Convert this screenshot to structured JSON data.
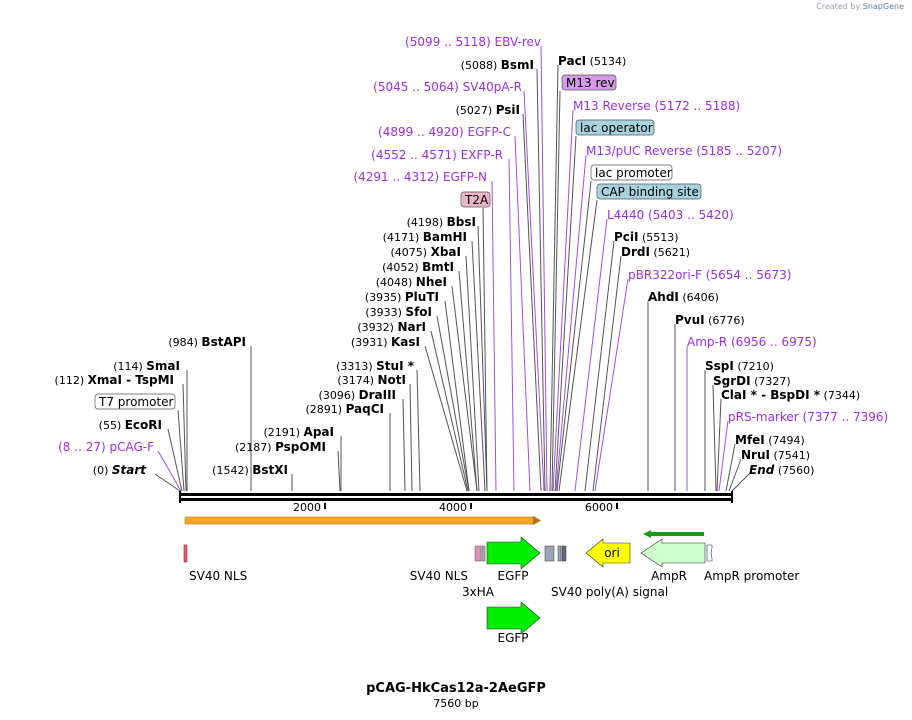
{
  "credit": {
    "prefix": "Created by",
    "brand": "SnapGene"
  },
  "plasmid": {
    "name": "pCAG-HkCas12a-2AeGFP",
    "length_label": "7560 bp",
    "length": 7560
  },
  "colors": {
    "enzyme": "#000000",
    "primer": "#9b30d9",
    "feature_label": "#9b30d9",
    "egfp": "#00ee00",
    "ori": "#ffff00",
    "ampr": "#ccffcc",
    "orange_bar": "#f5a623"
  },
  "ruler": {
    "ticks": [
      "2000",
      "4000",
      "6000"
    ]
  },
  "labels": [
    {
      "kind": "primer",
      "text": "(5099 .. 5118)  EBV-rev"
    },
    {
      "kind": "enzyme",
      "pos": "(5088)",
      "name": "BsmI"
    },
    {
      "kind": "enzyme",
      "name": "PacI",
      "pos": "(5134)"
    },
    {
      "kind": "boxed",
      "text": "M13 rev"
    },
    {
      "kind": "primer",
      "text": "(5045 .. 5064)  SV40pA-R"
    },
    {
      "kind": "primer",
      "text": "M13 Reverse   (5172 .. 5188)"
    },
    {
      "kind": "enzyme",
      "pos": "(5027)",
      "name": "PsiI"
    },
    {
      "kind": "boxed",
      "text": "lac operator"
    },
    {
      "kind": "primer",
      "text": "(4899 .. 4920)  EGFP-C"
    },
    {
      "kind": "primer",
      "text": "M13/pUC Reverse   (5185 .. 5207)"
    },
    {
      "kind": "primer",
      "text": "(4552 .. 4571)  EXFP-R"
    },
    {
      "kind": "boxed",
      "text": "lac promoter"
    },
    {
      "kind": "primer",
      "text": "(4291 .. 4312)  EGFP-N"
    },
    {
      "kind": "boxed",
      "text": "CAP binding site"
    },
    {
      "kind": "boxed",
      "text": "T2A"
    },
    {
      "kind": "primer",
      "text": "L4440    (5403 .. 5420)"
    },
    {
      "kind": "enzyme",
      "pos": "(4198)",
      "name": "BbsI"
    },
    {
      "kind": "enzyme",
      "name": "PciI",
      "pos": "(5513)"
    },
    {
      "kind": "enzyme",
      "pos": "(4171)",
      "name": "BamHI"
    },
    {
      "kind": "enzyme",
      "name": "DrdI",
      "pos": "(5621)"
    },
    {
      "kind": "enzyme",
      "pos": "(4075)",
      "name": "XbaI"
    },
    {
      "kind": "enzyme",
      "pos": "(4052)",
      "name": "BmtI"
    },
    {
      "kind": "primer",
      "text": "pBR322ori-F   (5654 .. 5673)"
    },
    {
      "kind": "enzyme",
      "pos": "(4048)",
      "name": "NheI"
    },
    {
      "kind": "enzyme",
      "pos": "(3935)",
      "name": "PluTI"
    },
    {
      "kind": "enzyme",
      "name": "AhdI",
      "pos": "(6406)"
    },
    {
      "kind": "enzyme",
      "pos": "(3933)",
      "name": "SfoI"
    },
    {
      "kind": "enzyme",
      "name": "PvuI",
      "pos": "(6776)"
    },
    {
      "kind": "enzyme",
      "pos": "(3932)",
      "name": "NarI"
    },
    {
      "kind": "enzyme",
      "pos": "(3931)",
      "name": "KasI"
    },
    {
      "kind": "enzyme",
      "pos": "(984)",
      "name": "BstAPI"
    },
    {
      "kind": "primer",
      "text": "Amp-R    (6956 .. 6975)"
    },
    {
      "kind": "enzyme",
      "pos": "(114)",
      "name": "SmaI"
    },
    {
      "kind": "enzyme",
      "pos": "(3313)",
      "name": "StuI *"
    },
    {
      "kind": "enzyme",
      "name": "SspI",
      "pos": "(7210)"
    },
    {
      "kind": "enzyme",
      "pos": "(112)",
      "name": "XmaI  -  TspMI"
    },
    {
      "kind": "enzyme",
      "pos": "(3174)",
      "name": "NotI"
    },
    {
      "kind": "enzyme",
      "name": "SgrDI",
      "pos": "(7327)"
    },
    {
      "kind": "enzyme",
      "pos": "(3096)",
      "name": "DraIII"
    },
    {
      "kind": "enzyme",
      "name": "ClaI *  -  BspDI *",
      "pos": "(7344)"
    },
    {
      "kind": "boxed",
      "text": "T7 promoter"
    },
    {
      "kind": "enzyme",
      "pos": "(2891)",
      "name": "PaqCI"
    },
    {
      "kind": "primer",
      "text": "pRS-marker   (7377 .. 7396)"
    },
    {
      "kind": "enzyme",
      "pos": "(55)",
      "name": "EcoRI"
    },
    {
      "kind": "enzyme",
      "pos": "(2191)",
      "name": "ApaI"
    },
    {
      "kind": "enzyme",
      "name": "MfeI",
      "pos": "(7494)"
    },
    {
      "kind": "primer",
      "text": "(8 .. 27)  pCAG-F"
    },
    {
      "kind": "enzyme",
      "pos": "(2187)",
      "name": "PspOMI"
    },
    {
      "kind": "enzyme",
      "name": "NruI",
      "pos": "(7541)"
    },
    {
      "kind": "enzyme",
      "pos": "(0)",
      "name": "Start"
    },
    {
      "kind": "enzyme",
      "pos": "(1542)",
      "name": "BstXI"
    },
    {
      "kind": "enzyme",
      "name": "End",
      "pos": "(7560)"
    }
  ],
  "features": {
    "sv40_nls_1": "SV40 NLS",
    "sv40_nls_2": "SV40 NLS",
    "egfp": "EGFP",
    "hax3": "3xHA",
    "sv40_polya": "SV40 poly(A) signal",
    "ori": "ori",
    "ampr": "AmpR",
    "ampr_promoter": "AmpR promoter",
    "egfp_2": "EGFP"
  }
}
